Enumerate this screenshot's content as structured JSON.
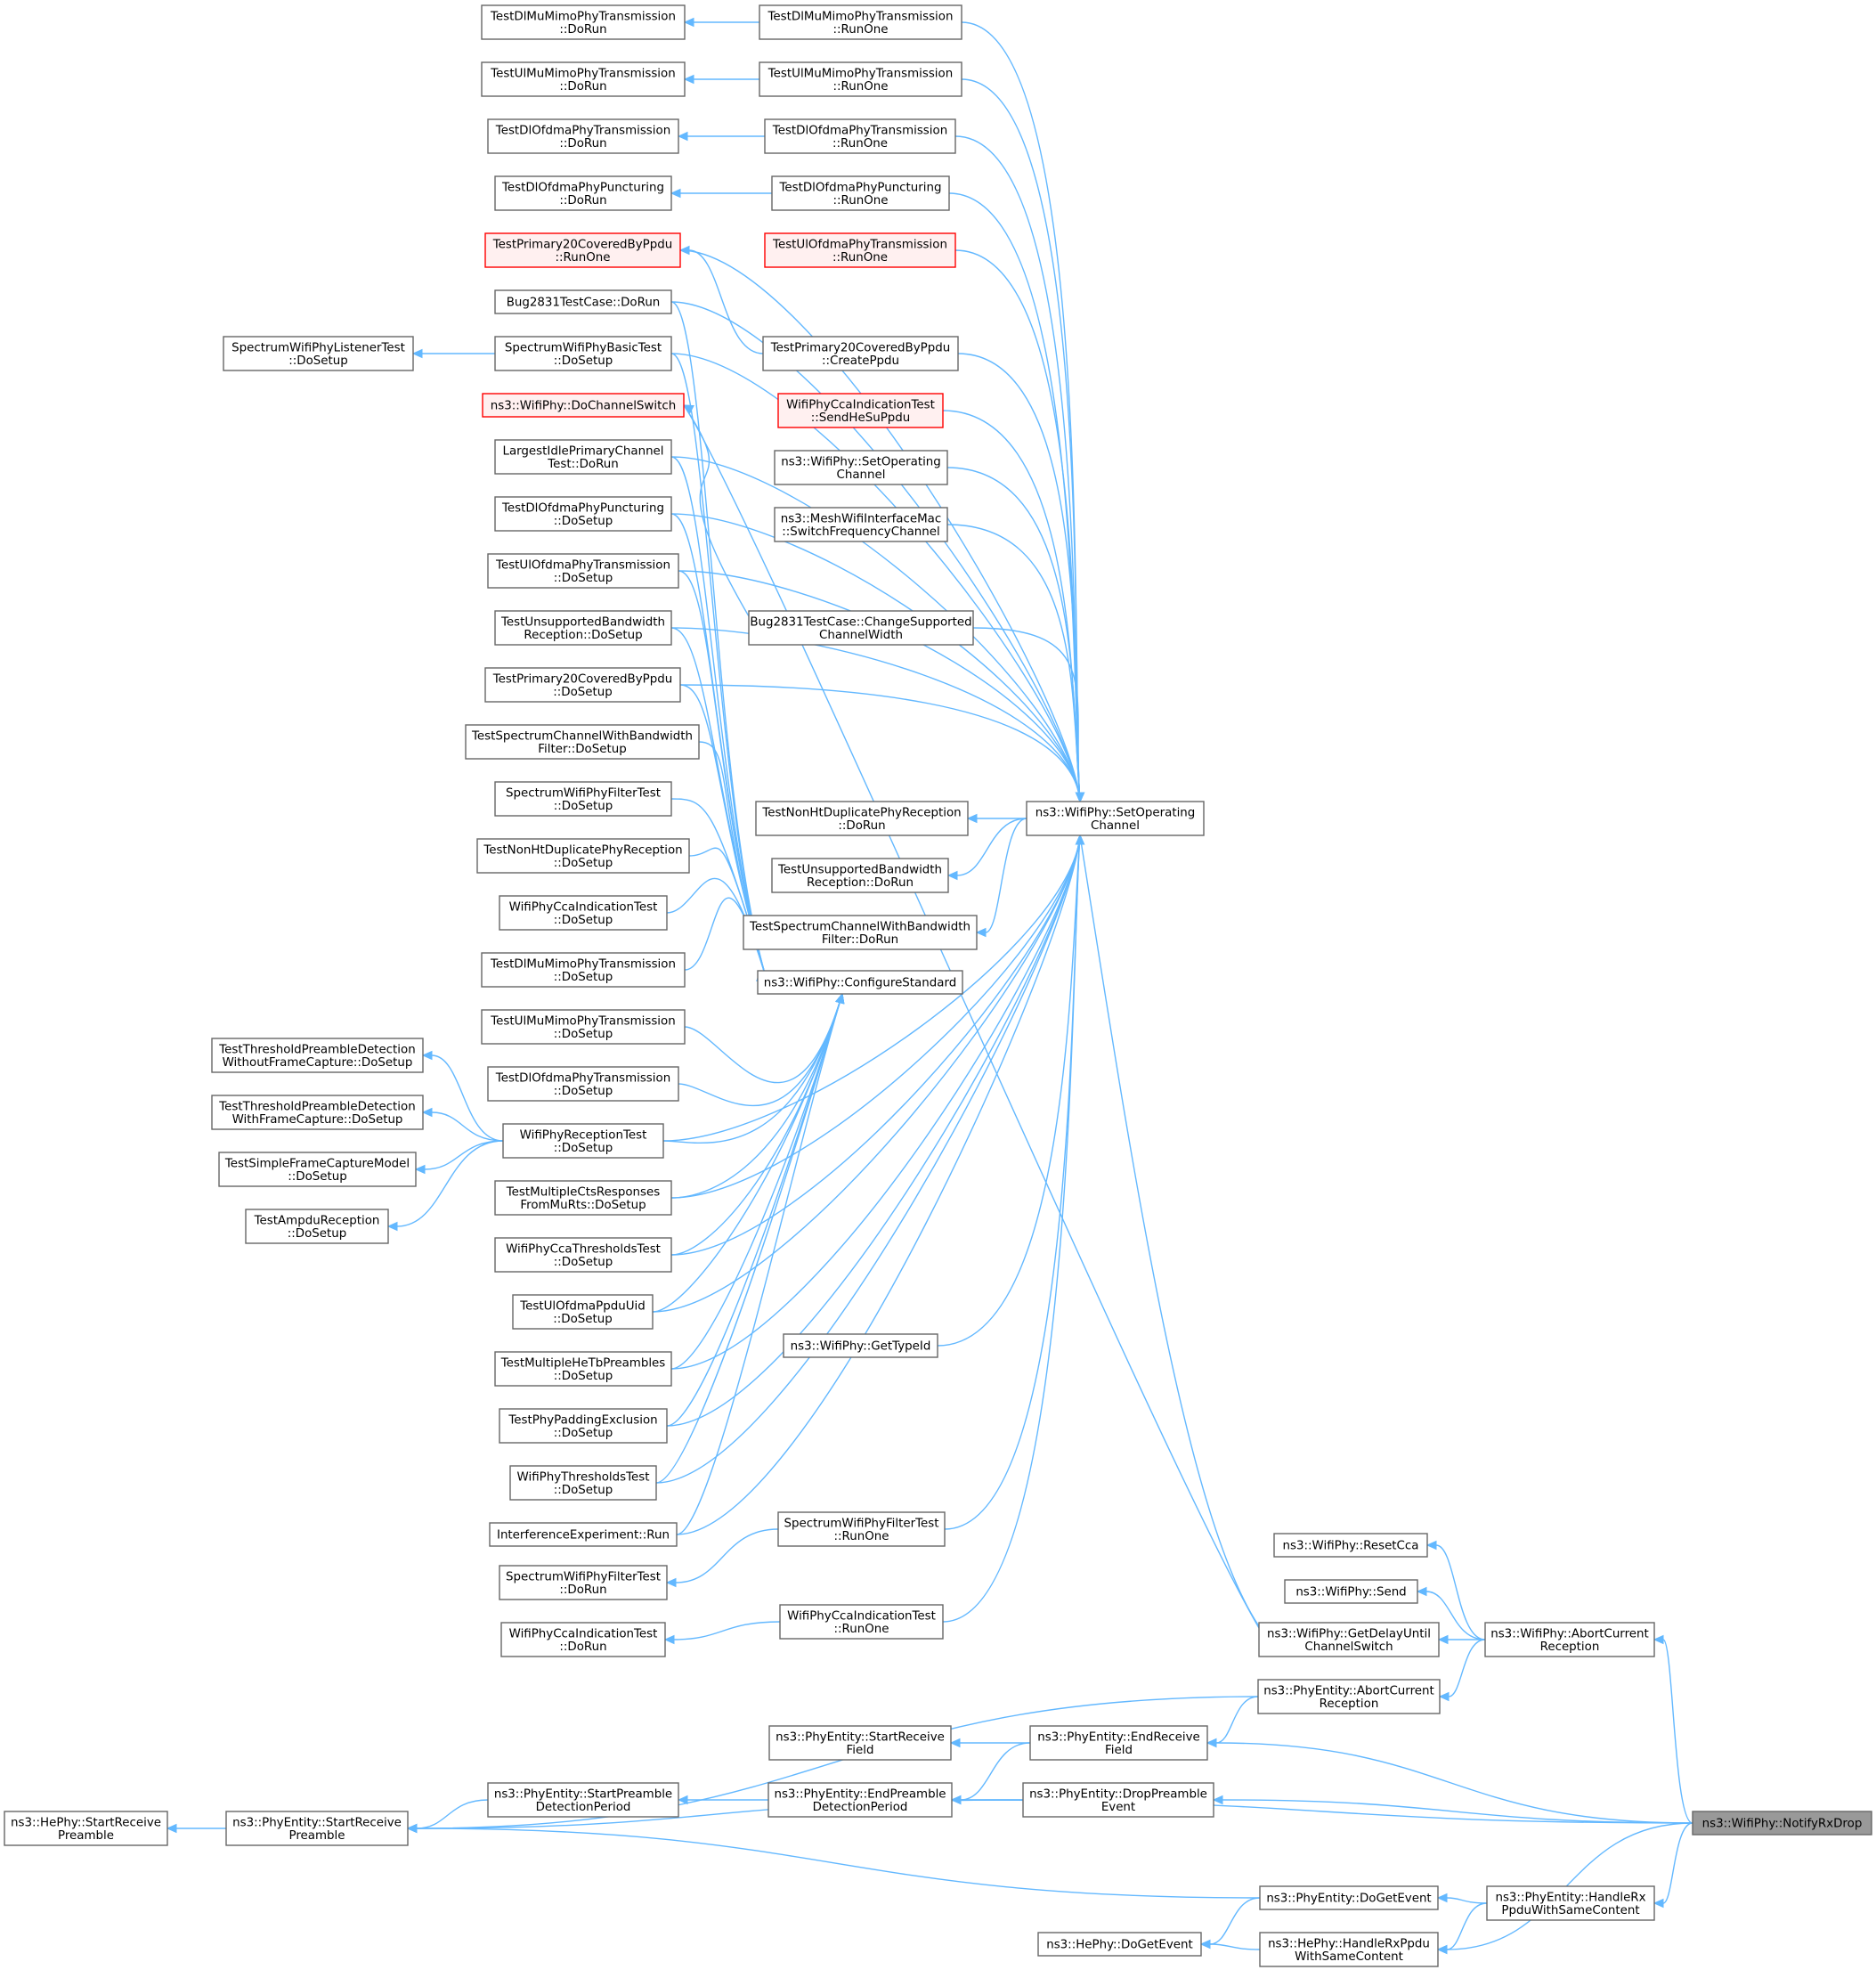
{
  "nodes": [
    {
      "id": "dlmumimo_dorun",
      "lines": [
        "TestDlMuMimoPhyTransmission",
        "::DoRun"
      ]
    },
    {
      "id": "dlmumimo_runone",
      "lines": [
        "TestDlMuMimoPhyTransmission",
        "::RunOne"
      ]
    },
    {
      "id": "ulmumimo_dorun",
      "lines": [
        "TestUlMuMimoPhyTransmission",
        "::DoRun"
      ]
    },
    {
      "id": "ulmumimo_runone",
      "lines": [
        "TestUlMuMimoPhyTransmission",
        "::RunOne"
      ]
    },
    {
      "id": "dlofdma_dorun",
      "lines": [
        "TestDlOfdmaPhyTransmission",
        "::DoRun"
      ]
    },
    {
      "id": "dlofdma_runone",
      "lines": [
        "TestDlOfdmaPhyTransmission",
        "::RunOne"
      ]
    },
    {
      "id": "dlpunct_dorun",
      "lines": [
        "TestDlOfdmaPhyPuncturing",
        "::DoRun"
      ]
    },
    {
      "id": "dlpunct_runone",
      "lines": [
        "TestDlOfdmaPhyPuncturing",
        "::RunOne"
      ]
    },
    {
      "id": "prim20_runone",
      "lines": [
        "TestPrimary20CoveredByPpdu",
        "::RunOne"
      ],
      "style": "red"
    },
    {
      "id": "ulofdma_runone",
      "lines": [
        "TestUlOfdmaPhyTransmission",
        "::RunOne"
      ],
      "style": "red"
    },
    {
      "id": "bug2831_dorun",
      "lines": [
        "Bug2831TestCase::DoRun"
      ]
    },
    {
      "id": "prim20_createppdu",
      "lines": [
        "TestPrimary20CoveredByPpdu",
        "::CreatePpdu"
      ]
    },
    {
      "id": "listener_dosetup",
      "lines": [
        "SpectrumWifiPhyListenerTest",
        "::DoSetup"
      ]
    },
    {
      "id": "basic_dosetup",
      "lines": [
        "SpectrumWifiPhyBasicTest",
        "::DoSetup"
      ]
    },
    {
      "id": "cca_sendhesu",
      "lines": [
        "WifiPhyCcaIndicationTest",
        "::SendHeSuPpdu"
      ],
      "style": "red"
    },
    {
      "id": "dochannelswitch",
      "lines": [
        "ns3::WifiPhy::DoChannelSwitch"
      ],
      "style": "red"
    },
    {
      "id": "largestidle_dorun",
      "lines": [
        "LargestIdlePrimaryChannel",
        "Test::DoRun"
      ]
    },
    {
      "id": "setopchan_small",
      "lines": [
        "ns3::WifiPhy::SetOperating",
        "Channel"
      ]
    },
    {
      "id": "dlpunct_dosetup",
      "lines": [
        "TestDlOfdmaPhyPuncturing",
        "::DoSetup"
      ]
    },
    {
      "id": "meshswitch",
      "lines": [
        "ns3::MeshWifiInterfaceMac",
        "::SwitchFrequencyChannel"
      ]
    },
    {
      "id": "ulofdma_dosetup",
      "lines": [
        "TestUlOfdmaPhyTransmission",
        "::DoSetup"
      ]
    },
    {
      "id": "unsupbw_dosetup",
      "lines": [
        "TestUnsupportedBandwidth",
        "Reception::DoSetup"
      ]
    },
    {
      "id": "bug2831_changebw",
      "lines": [
        "Bug2831TestCase::ChangeSupported",
        "ChannelWidth"
      ]
    },
    {
      "id": "prim20_dosetup",
      "lines": [
        "TestPrimary20CoveredByPpdu",
        "::DoSetup"
      ]
    },
    {
      "id": "specchanbw_dosetup",
      "lines": [
        "TestSpectrumChannelWithBandwidth",
        "Filter::DoSetup"
      ]
    },
    {
      "id": "filter_dosetup",
      "lines": [
        "SpectrumWifiPhyFilterTest",
        "::DoSetup"
      ]
    },
    {
      "id": "nonht_dorun",
      "lines": [
        "TestNonHtDuplicatePhyReception",
        "::DoRun"
      ]
    },
    {
      "id": "setopchan_main",
      "lines": [
        "ns3::WifiPhy::SetOperating",
        "Channel"
      ]
    },
    {
      "id": "nonht_dosetup",
      "lines": [
        "TestNonHtDuplicatePhyReception",
        "::DoSetup"
      ]
    },
    {
      "id": "unsupbw_dorun",
      "lines": [
        "TestUnsupportedBandwidth",
        "Reception::DoRun"
      ]
    },
    {
      "id": "cca_dosetup",
      "lines": [
        "WifiPhyCcaIndicationTest",
        "::DoSetup"
      ]
    },
    {
      "id": "specchanbw_dorun",
      "lines": [
        "TestSpectrumChannelWithBandwidth",
        "Filter::DoRun"
      ]
    },
    {
      "id": "dlmumimo_dosetup",
      "lines": [
        "TestDlMuMimoPhyTransmission",
        "::DoSetup"
      ]
    },
    {
      "id": "configurestd",
      "lines": [
        "ns3::WifiPhy::ConfigureStandard"
      ]
    },
    {
      "id": "ulmumimo_dosetup",
      "lines": [
        "TestUlMuMimoPhyTransmission",
        "::DoSetup"
      ]
    },
    {
      "id": "thresh_nofc",
      "lines": [
        "TestThresholdPreambleDetection",
        "WithoutFrameCapture::DoSetup"
      ]
    },
    {
      "id": "dlofdma_dosetup",
      "lines": [
        "TestDlOfdmaPhyTransmission",
        "::DoSetup"
      ]
    },
    {
      "id": "thresh_fc",
      "lines": [
        "TestThresholdPreambleDetection",
        "WithFrameCapture::DoSetup"
      ]
    },
    {
      "id": "reception_dosetup",
      "lines": [
        "WifiPhyReceptionTest",
        "::DoSetup"
      ]
    },
    {
      "id": "simplefc",
      "lines": [
        "TestSimpleFrameCaptureModel",
        "::DoSetup"
      ]
    },
    {
      "id": "multicts",
      "lines": [
        "TestMultipleCtsResponses",
        "FromMuRts::DoSetup"
      ]
    },
    {
      "id": "ampdu",
      "lines": [
        "TestAmpduReception",
        "::DoSetup"
      ]
    },
    {
      "id": "ccathresh",
      "lines": [
        "WifiPhyCcaThresholdsTest",
        "::DoSetup"
      ]
    },
    {
      "id": "ulofdmauid",
      "lines": [
        "TestUlOfdmaPpduUid",
        "::DoSetup"
      ]
    },
    {
      "id": "gettypeid",
      "lines": [
        "ns3::WifiPhy::GetTypeId"
      ]
    },
    {
      "id": "multihetb",
      "lines": [
        "TestMultipleHeTbPreambles",
        "::DoSetup"
      ]
    },
    {
      "id": "padding",
      "lines": [
        "TestPhyPaddingExclusion",
        "::DoSetup"
      ]
    },
    {
      "id": "phythresh",
      "lines": [
        "WifiPhyThresholdsTest",
        "::DoSetup"
      ]
    },
    {
      "id": "filter_runone",
      "lines": [
        "SpectrumWifiPhyFilterTest",
        "::RunOne"
      ]
    },
    {
      "id": "interf_run",
      "lines": [
        "InterferenceExperiment::Run"
      ]
    },
    {
      "id": "resetcca",
      "lines": [
        "ns3::WifiPhy::ResetCca"
      ]
    },
    {
      "id": "filter_dorun",
      "lines": [
        "SpectrumWifiPhyFilterTest",
        "::DoRun"
      ]
    },
    {
      "id": "send",
      "lines": [
        "ns3::WifiPhy::Send"
      ]
    },
    {
      "id": "cca_runone",
      "lines": [
        "WifiPhyCcaIndicationTest",
        "::RunOne"
      ]
    },
    {
      "id": "getdelay",
      "lines": [
        "ns3::WifiPhy::GetDelayUntil",
        "ChannelSwitch"
      ]
    },
    {
      "id": "abortcur_wifi",
      "lines": [
        "ns3::WifiPhy::AbortCurrent",
        "Reception"
      ]
    },
    {
      "id": "cca_dorun",
      "lines": [
        "WifiPhyCcaIndicationTest",
        "::DoRun"
      ]
    },
    {
      "id": "abortcur_entity",
      "lines": [
        "ns3::PhyEntity::AbortCurrent",
        "Reception"
      ]
    },
    {
      "id": "startrecvfield",
      "lines": [
        "ns3::PhyEntity::StartReceive",
        "Field"
      ]
    },
    {
      "id": "endrecvfield",
      "lines": [
        "ns3::PhyEntity::EndReceive",
        "Field"
      ]
    },
    {
      "id": "startpreambledet",
      "lines": [
        "ns3::PhyEntity::StartPreamble",
        "DetectionPeriod"
      ]
    },
    {
      "id": "endpreambledet",
      "lines": [
        "ns3::PhyEntity::EndPreamble",
        "DetectionPeriod"
      ]
    },
    {
      "id": "droppreamble",
      "lines": [
        "ns3::PhyEntity::DropPreamble",
        "Event"
      ]
    },
    {
      "id": "hephy_startrecv",
      "lines": [
        "ns3::HePhy::StartReceive",
        "Preamble"
      ]
    },
    {
      "id": "entity_startrecv",
      "lines": [
        "ns3::PhyEntity::StartReceive",
        "Preamble"
      ]
    },
    {
      "id": "notifyrxdrop",
      "lines": [
        "ns3::WifiPhy::NotifyRxDrop"
      ],
      "style": "focus"
    },
    {
      "id": "dogetevent",
      "lines": [
        "ns3::PhyEntity::DoGetEvent"
      ]
    },
    {
      "id": "handlerx_entity",
      "lines": [
        "ns3::PhyEntity::HandleRx",
        "PpduWithSameContent"
      ]
    },
    {
      "id": "hephy_dogetevent",
      "lines": [
        "ns3::HePhy::DoGetEvent"
      ]
    },
    {
      "id": "hephy_handlerx",
      "lines": [
        "ns3::HePhy::HandleRxPpdu",
        "WithSameContent"
      ]
    }
  ]
}
